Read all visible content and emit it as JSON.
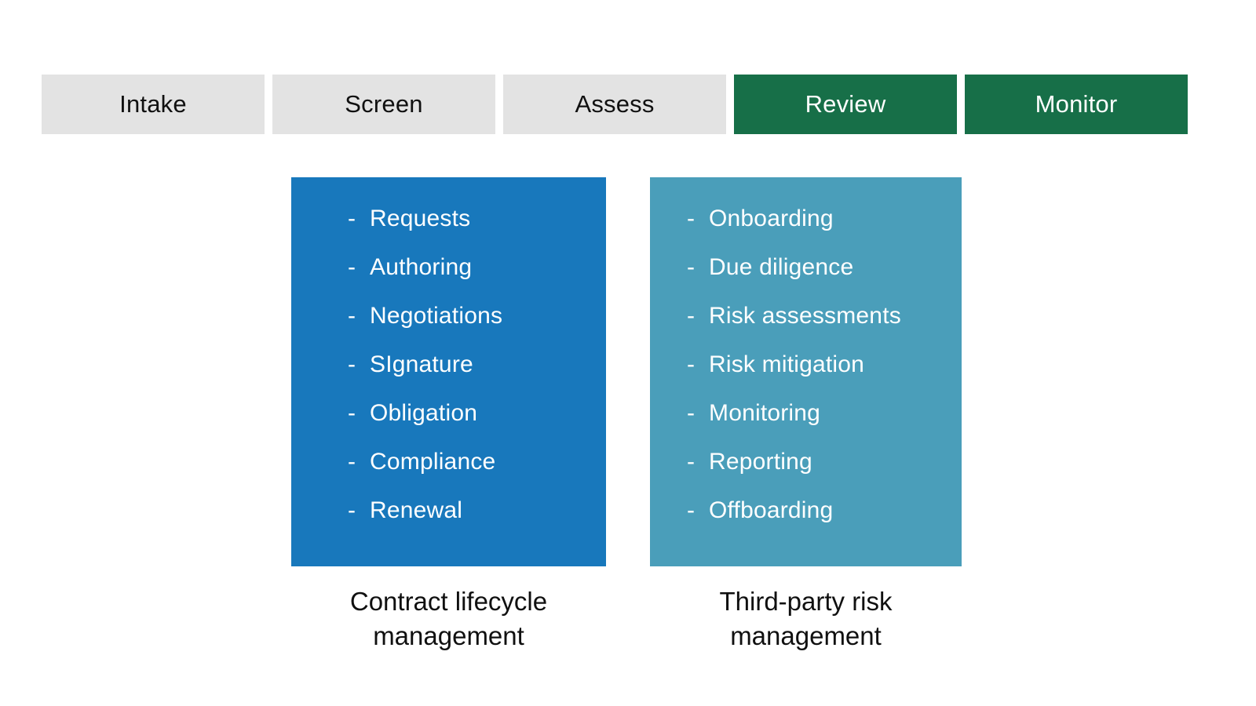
{
  "marker": "-",
  "colors": {
    "stage_inactive_bg": "#e3e3e3",
    "stage_inactive_text": "#101010",
    "stage_active_bg": "#176f48",
    "stage_active_text": "#ffffff",
    "clm_box_bg": "#1878bc",
    "tprm_box_bg": "#4a9eba",
    "box_text": "#ffffff",
    "caption_text": "#101010",
    "page_bg": "#ffffff"
  },
  "stages": [
    {
      "label": "Intake",
      "state": "inactive"
    },
    {
      "label": "Screen",
      "state": "inactive"
    },
    {
      "label": "Assess",
      "state": "inactive"
    },
    {
      "label": "Review",
      "state": "active"
    },
    {
      "label": "Monitor",
      "state": "active"
    }
  ],
  "clm": {
    "items": [
      "Requests",
      "Authoring",
      "Negotiations",
      "SIgnature",
      "Obligation",
      "Compliance",
      "Renewal"
    ],
    "caption": "Contract lifecycle\nmanagement"
  },
  "tprm": {
    "items": [
      "Onboarding",
      "Due diligence",
      "Risk assessments",
      "Risk mitigation",
      "Monitoring",
      "Reporting",
      "Offboarding"
    ],
    "caption": "Third-party risk\nmanagement"
  }
}
